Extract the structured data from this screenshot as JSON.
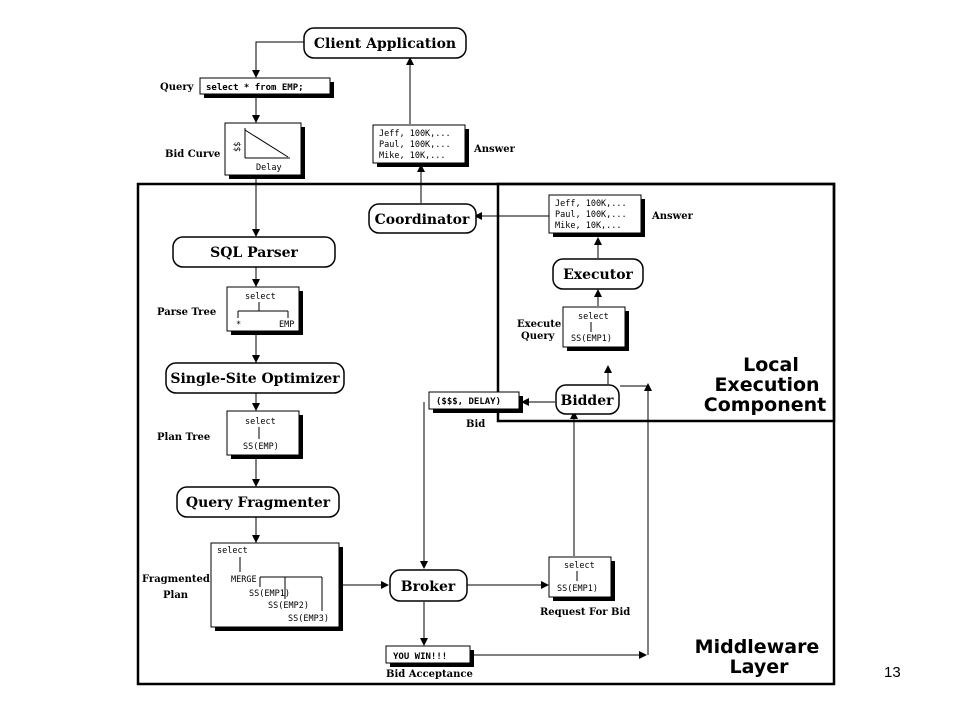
{
  "nodes": {
    "client_application": "Client Application",
    "coordinator": "Coordinator",
    "sql_parser": "SQL Parser",
    "single_site_optimizer": "Single-Site Optimizer",
    "query_fragmenter": "Query Fragmenter",
    "executor": "Executor",
    "bidder": "Bidder",
    "broker": "Broker"
  },
  "labels": {
    "query": "Query",
    "bid_curve": "Bid Curve",
    "parse_tree": "Parse Tree",
    "plan_tree": "Plan Tree",
    "fragmented": "Fragmented",
    "plan": "Plan",
    "answer_top": "Answer",
    "answer_local": "Answer",
    "execute": "Execute",
    "query2": "Query",
    "bid": "Bid",
    "request_for_bid": "Request  For Bid",
    "bid_acceptance": "Bid  Acceptance"
  },
  "code": {
    "query_text": "select * from EMP;",
    "answer_rows": [
      "Jeff, 100K,...",
      "Paul, 100K,...",
      "Mike, 10K,..."
    ],
    "answer_rows_local": [
      "Jeff, 100K,...",
      "Paul, 100K,...",
      "Mike, 10K,..."
    ],
    "bid_curve_y": "$$",
    "bid_curve_x": "Delay",
    "parse_select": "select",
    "parse_star": "*",
    "parse_emp": "EMP",
    "plan_select": "select",
    "plan_ss": "SS(EMP)",
    "frag_select": "select",
    "frag_merge": "MERGE",
    "frag_ss1": "SS(EMP1)",
    "frag_ss2": "SS(EMP2)",
    "frag_ss3": "SS(EMP3)",
    "exec_select": "select",
    "exec_ss": "SS(EMP1)",
    "rfb_select": "select",
    "rfb_ss": "SS(EMP1)",
    "bid_text": "($$$, DELAY)",
    "win_text": "YOU WIN!!!"
  },
  "regions": {
    "local_line1": "Local",
    "local_line2": "Execution",
    "local_line3": "Component",
    "middleware_line1": "Middleware",
    "middleware_line2": "Layer"
  },
  "page_number": "13"
}
